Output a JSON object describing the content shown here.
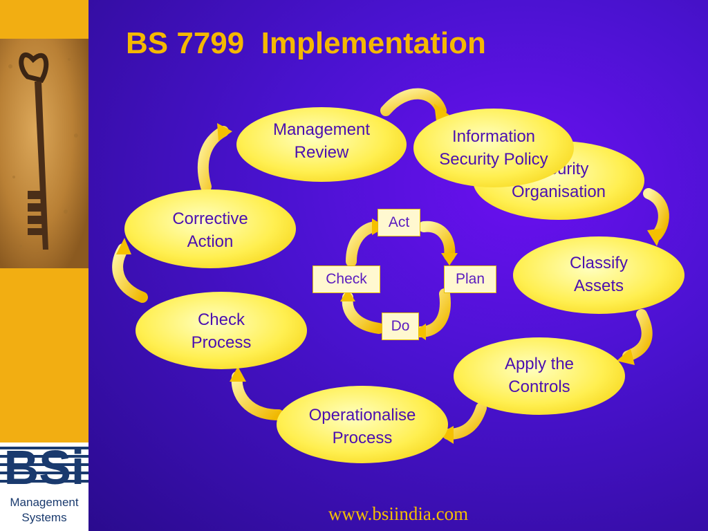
{
  "title": "BS 7799  Implementation",
  "nodes": {
    "management_review": [
      "Management",
      "Review"
    ],
    "information_security_policy": [
      "Information",
      "Security Policy"
    ],
    "security_organisation": [
      "Security",
      "Organisation"
    ],
    "classify_assets": [
      "Classify",
      "Assets"
    ],
    "apply_controls": [
      "Apply the",
      "Controls"
    ],
    "operationalise_process": [
      "Operationalise",
      "Process"
    ],
    "check_process": [
      "Check",
      "Process"
    ],
    "corrective_action": [
      "Corrective",
      "Action"
    ]
  },
  "pdca": {
    "act": "Act",
    "plan": "Plan",
    "do": "Do",
    "check": "Check"
  },
  "footer_url": "www.bsiindia.com",
  "logo": {
    "text": "BSi",
    "subtitle_line1": "Management",
    "subtitle_line2": "Systems"
  },
  "colors": {
    "background": "#3a10c0",
    "title": "#f5b800",
    "node_fill": "#ffef50",
    "node_text": "#4b0fb0",
    "arrow": "#f5c000",
    "sidebar": "#f2ae12"
  }
}
